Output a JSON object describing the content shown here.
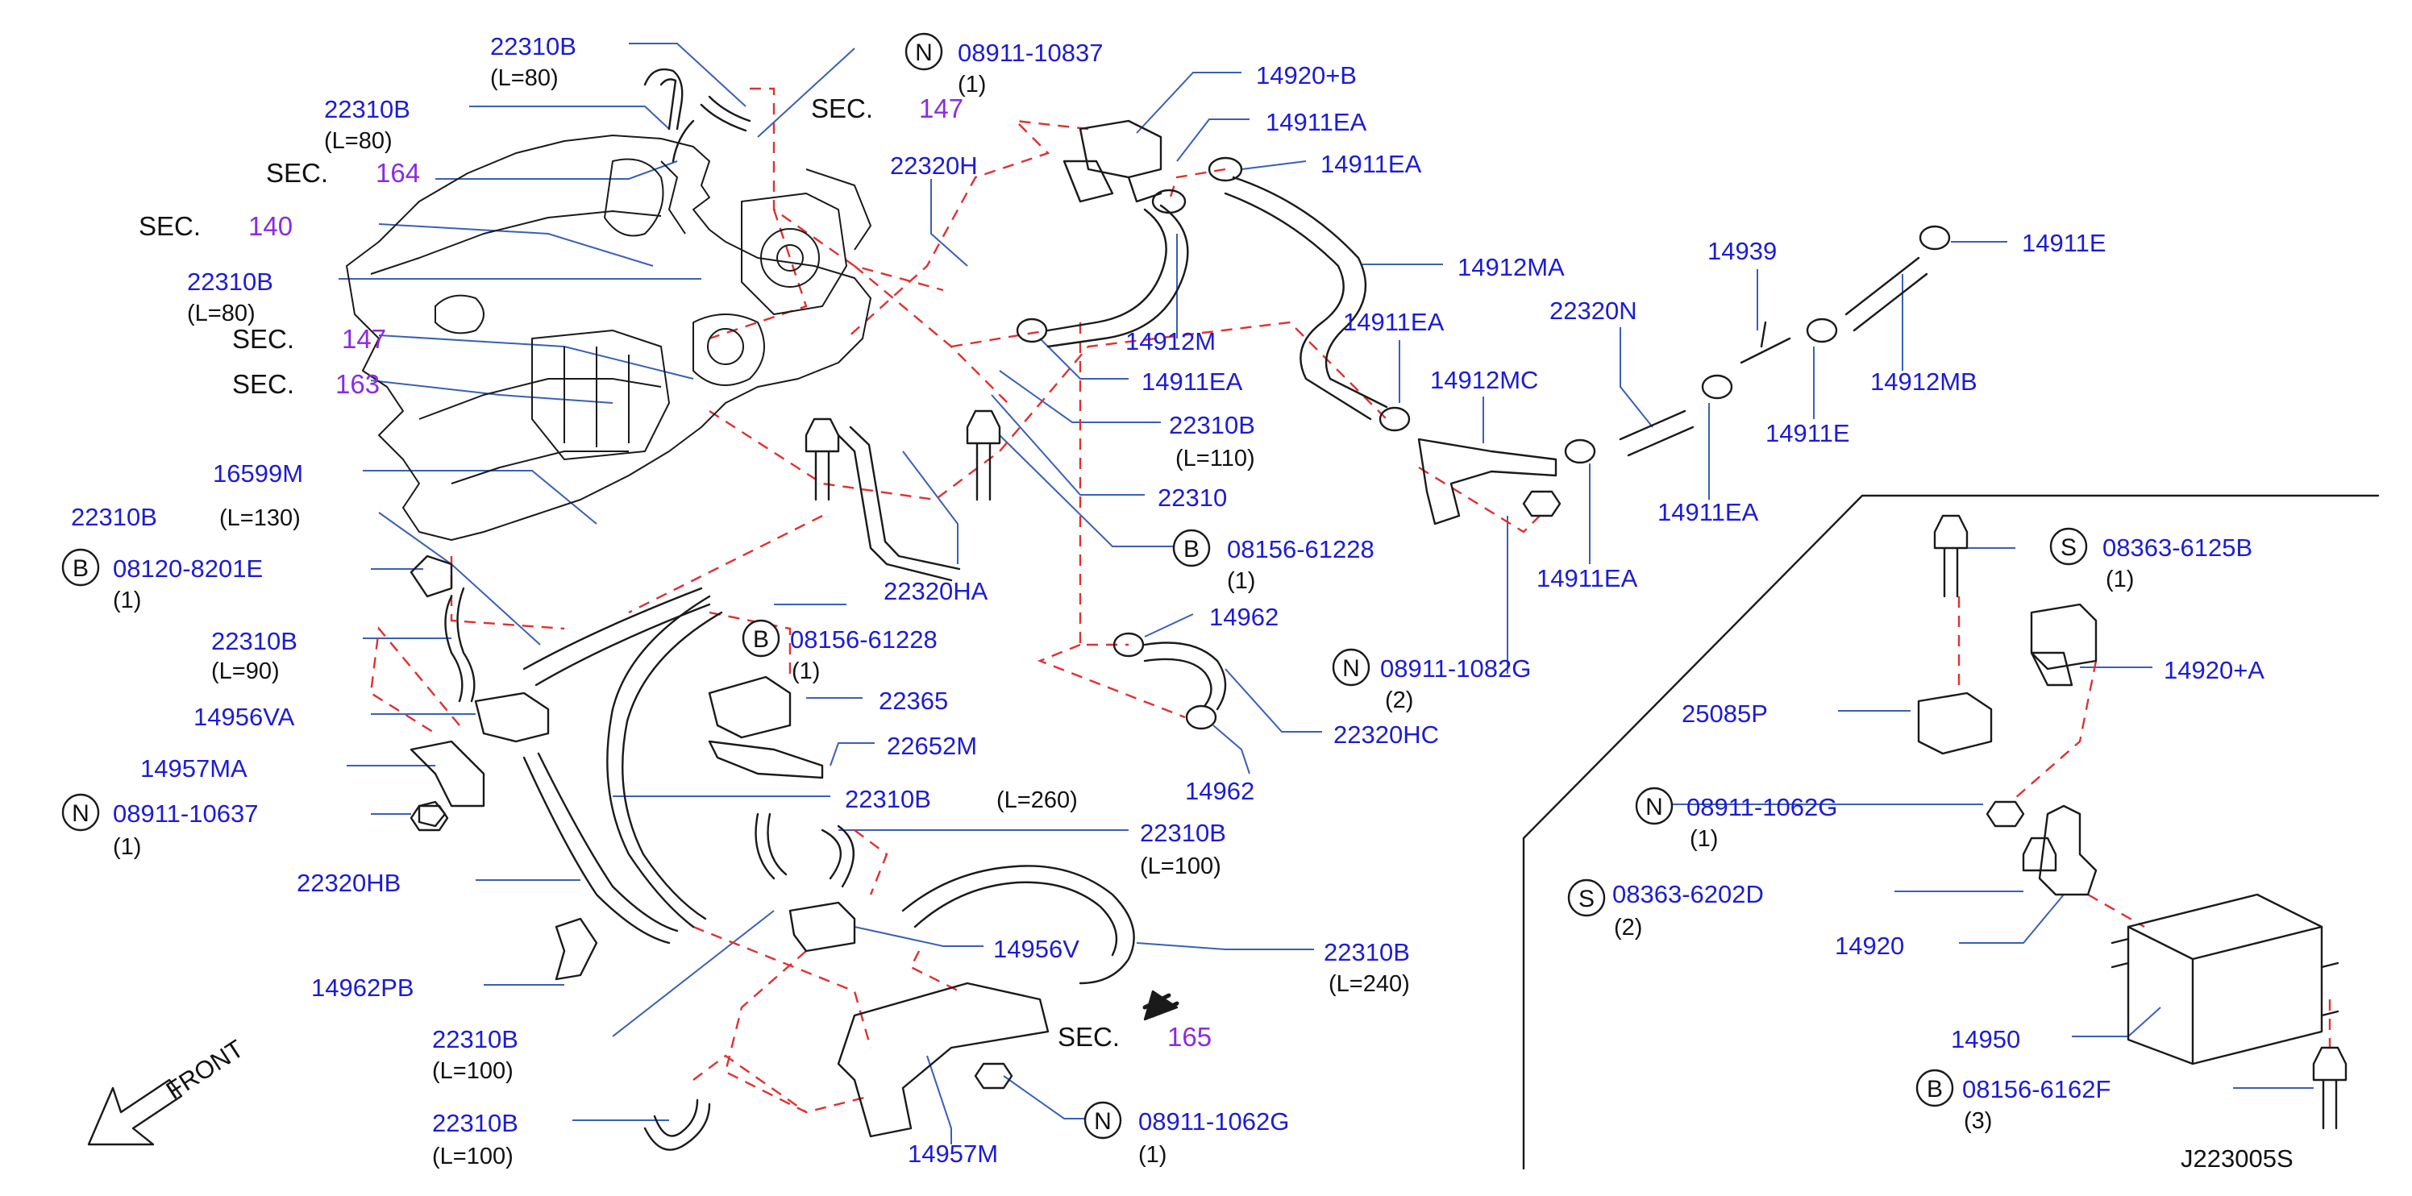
{
  "colors": {
    "part_number": "#1c1cd4",
    "section_number": "#8a2be2",
    "line": "#1a1a1a",
    "leader": "#3a5fb8",
    "dashed": "#e03030",
    "background": "#ffffff"
  },
  "sections": [
    {
      "prefix": "SEC.",
      "number": "147"
    },
    {
      "prefix": "SEC.",
      "number": "164"
    },
    {
      "prefix": "SEC.",
      "number": "140"
    },
    {
      "prefix": "SEC.",
      "number": "147"
    },
    {
      "prefix": "SEC.",
      "number": "163"
    },
    {
      "prefix": "SEC.",
      "number": "165"
    }
  ],
  "labels": [
    {
      "part": "22310B",
      "qty": "(L=80)"
    },
    {
      "part": "22310B",
      "qty": "(L=80)"
    },
    {
      "part": "22310B",
      "qty": "(L=80)"
    },
    {
      "part": "16599M",
      "qty": ""
    },
    {
      "part": "22310B",
      "qty": "(L=130)"
    },
    {
      "prefix": "B",
      "part": "08120-8201E",
      "qty": "(1)"
    },
    {
      "part": "22310B",
      "qty": "(L=90)"
    },
    {
      "part": "14956VA",
      "qty": ""
    },
    {
      "part": "14957MA",
      "qty": ""
    },
    {
      "prefix": "N",
      "part": "08911-10637",
      "qty": "(1)"
    },
    {
      "part": "22320HB",
      "qty": ""
    },
    {
      "part": "14962PB",
      "qty": ""
    },
    {
      "part": "22310B",
      "qty": "(L=100)"
    },
    {
      "part": "22310B",
      "qty": "(L=100)"
    },
    {
      "prefix": "N",
      "part": "08911-10837",
      "qty": "(1)"
    },
    {
      "part": "22320H",
      "qty": ""
    },
    {
      "part": "14920+B",
      "qty": ""
    },
    {
      "part": "14911EA",
      "qty": ""
    },
    {
      "part": "14911EA",
      "qty": ""
    },
    {
      "part": "14912MA",
      "qty": ""
    },
    {
      "part": "14912M",
      "qty": ""
    },
    {
      "part": "14911EA",
      "qty": ""
    },
    {
      "part": "22310B",
      "qty": "(L=110)"
    },
    {
      "part": "22310",
      "qty": ""
    },
    {
      "prefix": "B",
      "part": "08156-61228",
      "qty": "(1)"
    },
    {
      "part": "22320HA",
      "qty": ""
    },
    {
      "prefix": "B",
      "part": "08156-61228",
      "qty": "(1)"
    },
    {
      "part": "14962",
      "qty": ""
    },
    {
      "prefix": "N",
      "part": "08911-1082G",
      "qty": "(2)"
    },
    {
      "part": "22320HC",
      "qty": ""
    },
    {
      "part": "14962",
      "qty": ""
    },
    {
      "part": "22365",
      "qty": ""
    },
    {
      "part": "22652M",
      "qty": ""
    },
    {
      "part": "22310B",
      "qty": "(L=260)"
    },
    {
      "part": "22310B",
      "qty": "(L=100)"
    },
    {
      "part": "14956V",
      "qty": ""
    },
    {
      "part": "22310B",
      "qty": "(L=240)"
    },
    {
      "prefix": "N",
      "part": "08911-1062G",
      "qty": "(1)"
    },
    {
      "part": "14957M",
      "qty": ""
    },
    {
      "part": "14911EA",
      "qty": ""
    },
    {
      "part": "14912MC",
      "qty": ""
    },
    {
      "part": "22320N",
      "qty": ""
    },
    {
      "part": "14939",
      "qty": ""
    },
    {
      "part": "14911E",
      "qty": ""
    },
    {
      "part": "14912MB",
      "qty": ""
    },
    {
      "part": "14911E",
      "qty": ""
    },
    {
      "part": "14911EA",
      "qty": ""
    },
    {
      "part": "14911EA",
      "qty": ""
    },
    {
      "prefix": "S",
      "part": "08363-6125B",
      "qty": "(1)"
    },
    {
      "part": "14920+A",
      "qty": ""
    },
    {
      "part": "25085P",
      "qty": ""
    },
    {
      "prefix": "N",
      "part": "08911-1062G",
      "qty": "(1)"
    },
    {
      "prefix": "S",
      "part": "08363-6202D",
      "qty": "(2)"
    },
    {
      "part": "14920",
      "qty": ""
    },
    {
      "part": "14950",
      "qty": ""
    },
    {
      "prefix": "B",
      "part": "08156-6162F",
      "qty": "(3)"
    }
  ],
  "front": "FRONT",
  "diagram_code": "J223005S"
}
